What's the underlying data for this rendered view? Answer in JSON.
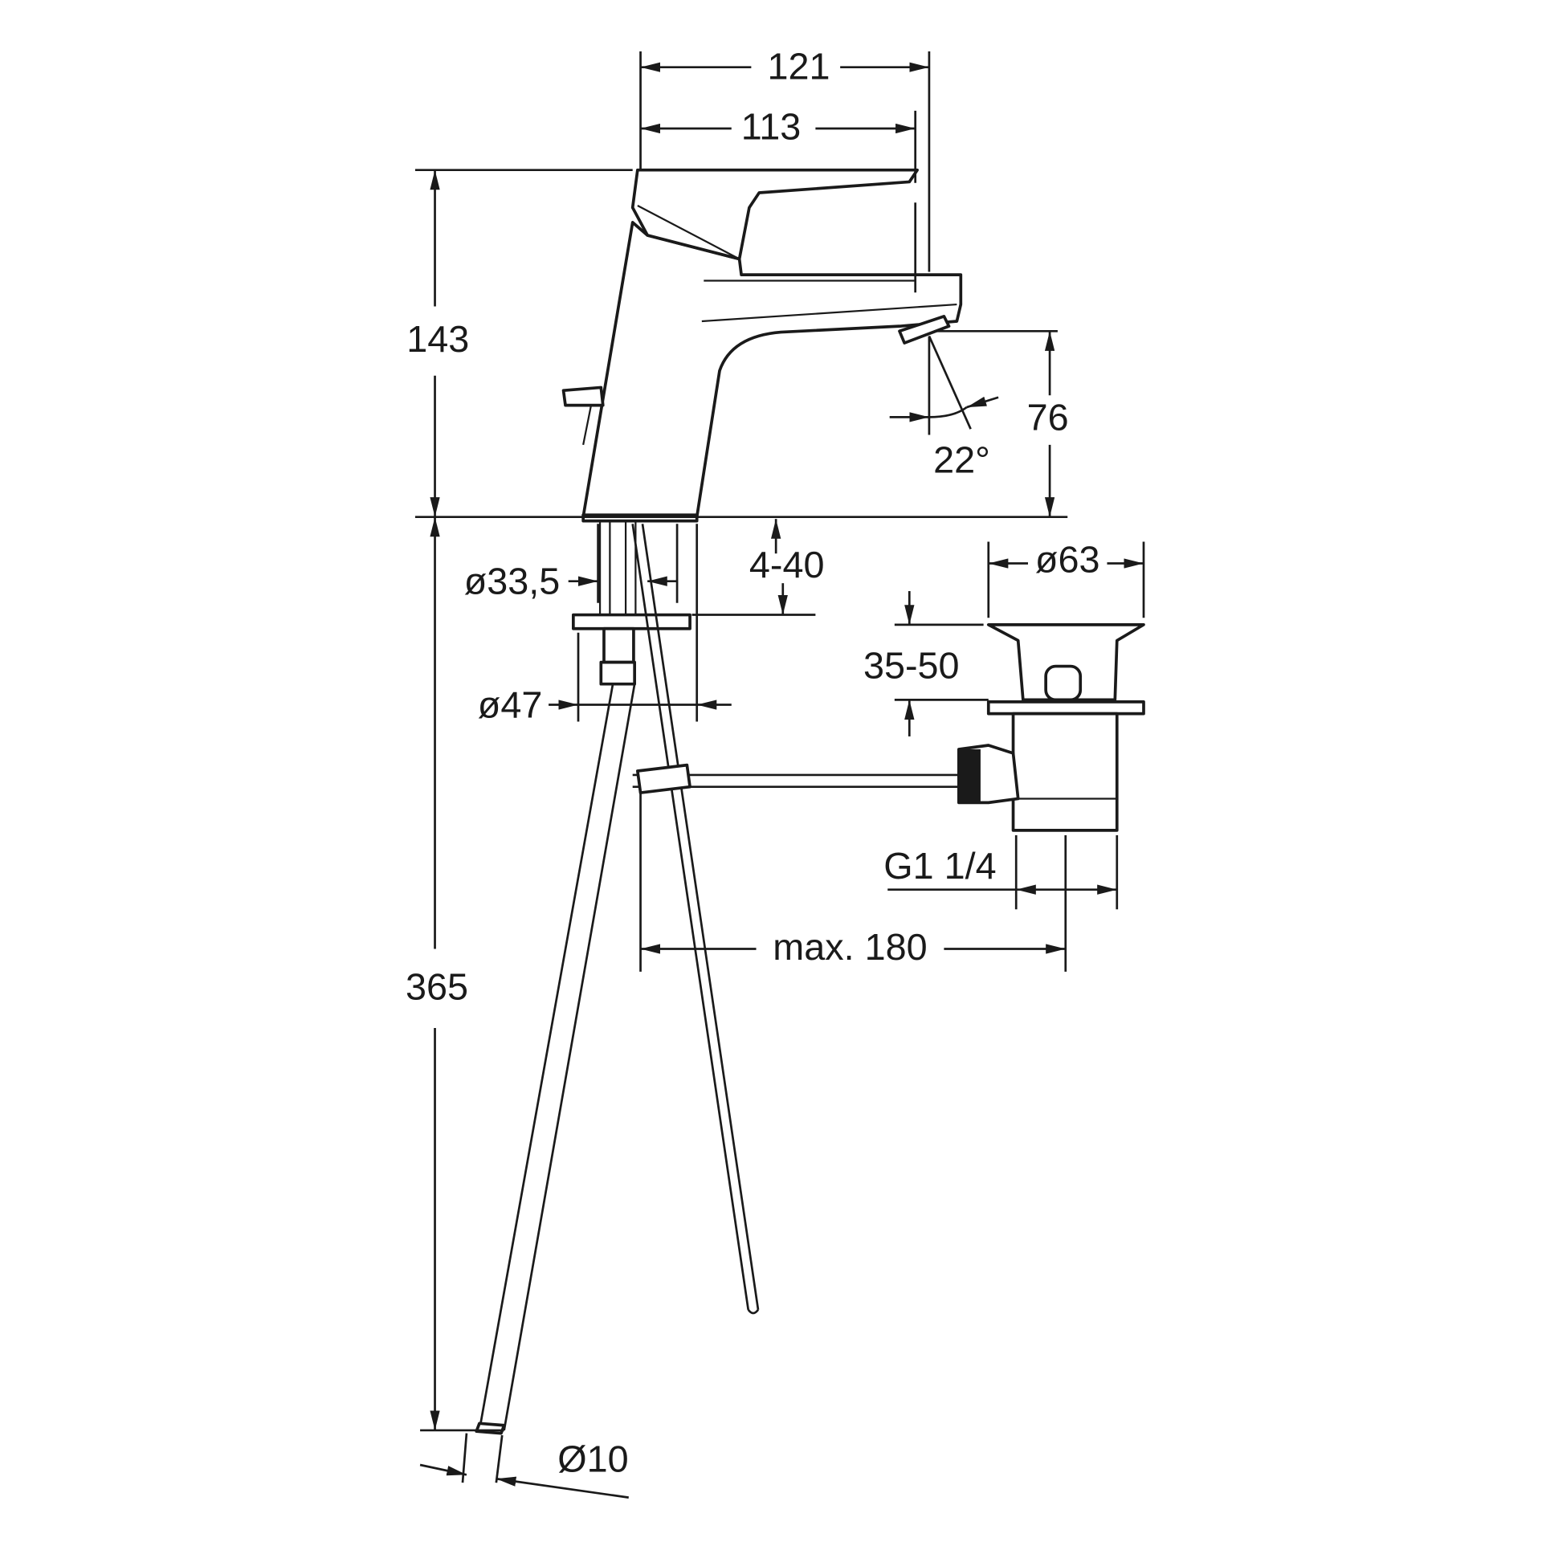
{
  "dimensions": {
    "width_total": "121",
    "width_spout": "113",
    "height_body": "143",
    "spout_height": "76",
    "spout_angle": "22°",
    "shank_diameter": "ø33,5",
    "deck_thickness": "4-40",
    "nut_diameter": "ø47",
    "drain_diameter": "ø63",
    "drain_thickness": "35-50",
    "drain_thread": "G1 1/4",
    "rod_length": "max. 180",
    "hose_length": "365",
    "hose_diameter": "Ø10"
  },
  "colors": {
    "line": "#1a1a1a",
    "background": "#ffffff"
  }
}
